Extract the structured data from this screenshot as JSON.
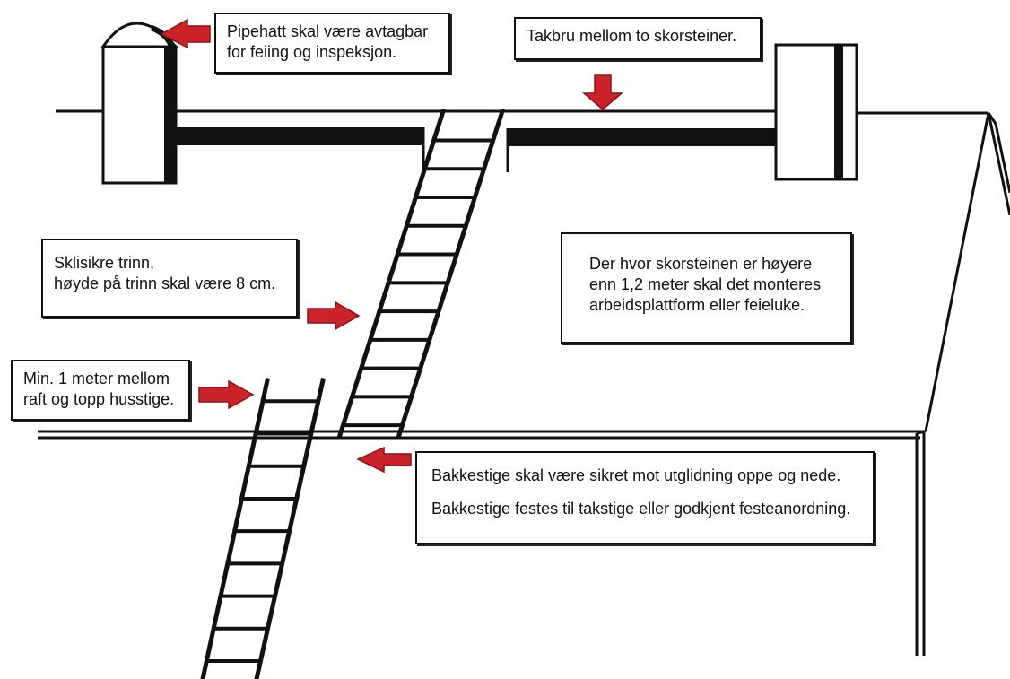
{
  "callouts": {
    "pipehatt": {
      "lines": [
        "Pipehatt skal være avtagbar",
        "for feiing og inspeksjon."
      ]
    },
    "takbru": {
      "lines": [
        "Takbru mellom to skorsteiner."
      ]
    },
    "trinn": {
      "lines": [
        "Sklisikre trinn,",
        "høyde på trinn skal være 8 cm."
      ]
    },
    "plattform": {
      "lines": [
        "Der hvor skorsteinen er høyere",
        "enn 1,2 meter skal det monteres",
        "arbeidsplattform eller feieluke."
      ]
    },
    "raft": {
      "lines": [
        "Min. 1 meter mellom",
        "raft og topp husstige."
      ]
    },
    "bakkestige": {
      "lines": [
        "Bakkestige skal være sikret mot utglidning oppe og nede.",
        "Bakkestige festes til takstige eller godkjent festeanordning."
      ]
    }
  },
  "colors": {
    "arrow": "#cc2229",
    "ink": "#111111",
    "background": "#ffffff"
  },
  "icons": [
    "chimney-left",
    "chimney-right",
    "chimney-cap",
    "roof-ladder",
    "ground-ladder",
    "roof-bridge",
    "red-arrow"
  ]
}
